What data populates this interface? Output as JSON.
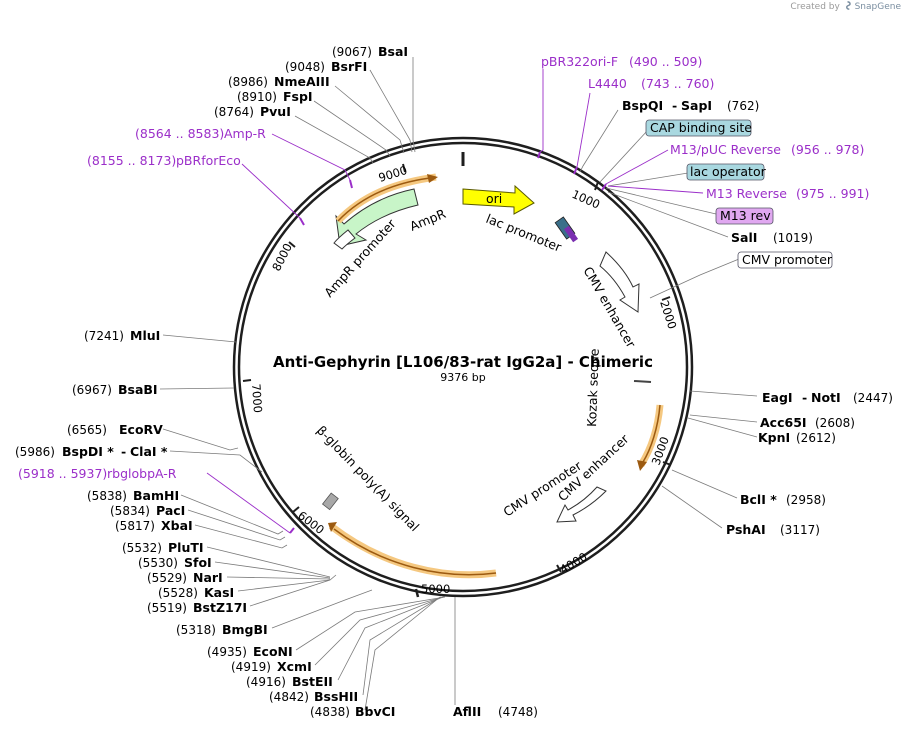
{
  "credit": {
    "prefix": "Created by",
    "brand": "SnapGene"
  },
  "map": {
    "title": "Anti-Gephyrin [L106/83-rat IgG2a] - Chimeric",
    "length_label": "9376 bp",
    "ticks": [
      "1000",
      "2000",
      "3000",
      "4000",
      "5000",
      "6000",
      "7000",
      "8000",
      "9000"
    ]
  },
  "enzymes": [
    {
      "name": "BsaI",
      "pos": "(9067)"
    },
    {
      "name": "BsrFI",
      "pos": "(9048)"
    },
    {
      "name": "NmeAIII",
      "pos": "(8986)"
    },
    {
      "name": "FspI",
      "pos": "(8910)"
    },
    {
      "name": "PvuI",
      "pos": "(8764)"
    },
    {
      "name": "BspQI",
      "name2": "SapI",
      "pos": "(762)"
    },
    {
      "name": "SalI",
      "pos": "(1019)"
    },
    {
      "name": "EagI",
      "name2": "NotI",
      "pos": "(2447)"
    },
    {
      "name": "Acc65I",
      "pos": "(2608)"
    },
    {
      "name": "KpnI",
      "pos": "(2612)"
    },
    {
      "name": "BclI *",
      "pos": "(2958)"
    },
    {
      "name": "PshAI",
      "pos": "(3117)"
    },
    {
      "name": "AflII",
      "pos": "(4748)"
    },
    {
      "name": "BbvCI",
      "pos": "(4838)"
    },
    {
      "name": "BssHII",
      "pos": "(4842)"
    },
    {
      "name": "BstEII",
      "pos": "(4916)"
    },
    {
      "name": "XcmI",
      "pos": "(4919)"
    },
    {
      "name": "EcoNI",
      "pos": "(4935)"
    },
    {
      "name": "BmgBI",
      "pos": "(5318)"
    },
    {
      "name": "BstZ17I",
      "pos": "(5519)"
    },
    {
      "name": "KasI",
      "pos": "(5528)"
    },
    {
      "name": "NarI",
      "pos": "(5529)"
    },
    {
      "name": "SfoI",
      "pos": "(5530)"
    },
    {
      "name": "PluTI",
      "pos": "(5532)"
    },
    {
      "name": "XbaI",
      "pos": "(5817)"
    },
    {
      "name": "PacI",
      "pos": "(5834)"
    },
    {
      "name": "BamHI",
      "pos": "(5838)"
    },
    {
      "name": "BspDI *",
      "name2": "ClaI *",
      "pos": "(5986)"
    },
    {
      "name": "EcoRV",
      "pos": "(6565)"
    },
    {
      "name": "BsaBI",
      "pos": "(6967)"
    },
    {
      "name": "MluI",
      "pos": "(7241)"
    }
  ],
  "primers": [
    {
      "name": "pBR322ori-F",
      "range": "(490 .. 509)"
    },
    {
      "name": "L4440",
      "range": "(743 .. 760)"
    },
    {
      "name": "M13/pUC Reverse",
      "range": "(956 .. 978)"
    },
    {
      "name": "M13 Reverse",
      "range": "(975 .. 991)"
    },
    {
      "name": "Amp-R",
      "range": "(8564 .. 8583)"
    },
    {
      "name": "pBRforEco",
      "range": "(8155 .. 8173)"
    },
    {
      "name": "rbglobpA-R",
      "range": "(5918 .. 5937)"
    }
  ],
  "boxed_features": [
    {
      "name": "CAP binding site",
      "color": "#a9d8e0"
    },
    {
      "name": "lac operator",
      "color": "#a9d8e0"
    },
    {
      "name": "M13 rev",
      "color": "#e0a8f0"
    },
    {
      "name": "CMV promoter",
      "color": "#ffffff"
    }
  ],
  "features": {
    "ori": "ori",
    "lac_promoter": "lac promoter",
    "ampr": "AmpR",
    "ampr_promoter": "AmpR promoter",
    "cmv_enhancer_1": "CMV enhancer",
    "kozak": "Kozak seque",
    "cmv_enhancer_2": "CMV enhancer",
    "cmv_promoter_2": "CMV promoter",
    "bglobin": "β-globin poly(A) signal"
  },
  "colors": {
    "primer": "#9b2fc9",
    "ori": "#ffff00",
    "ampr": "#c8f5c8",
    "orf_highlight": "#f5c880",
    "orf_arrow": "#9c5a10",
    "polyA": "#a8a8a8",
    "lac": "#3a6f8a"
  }
}
